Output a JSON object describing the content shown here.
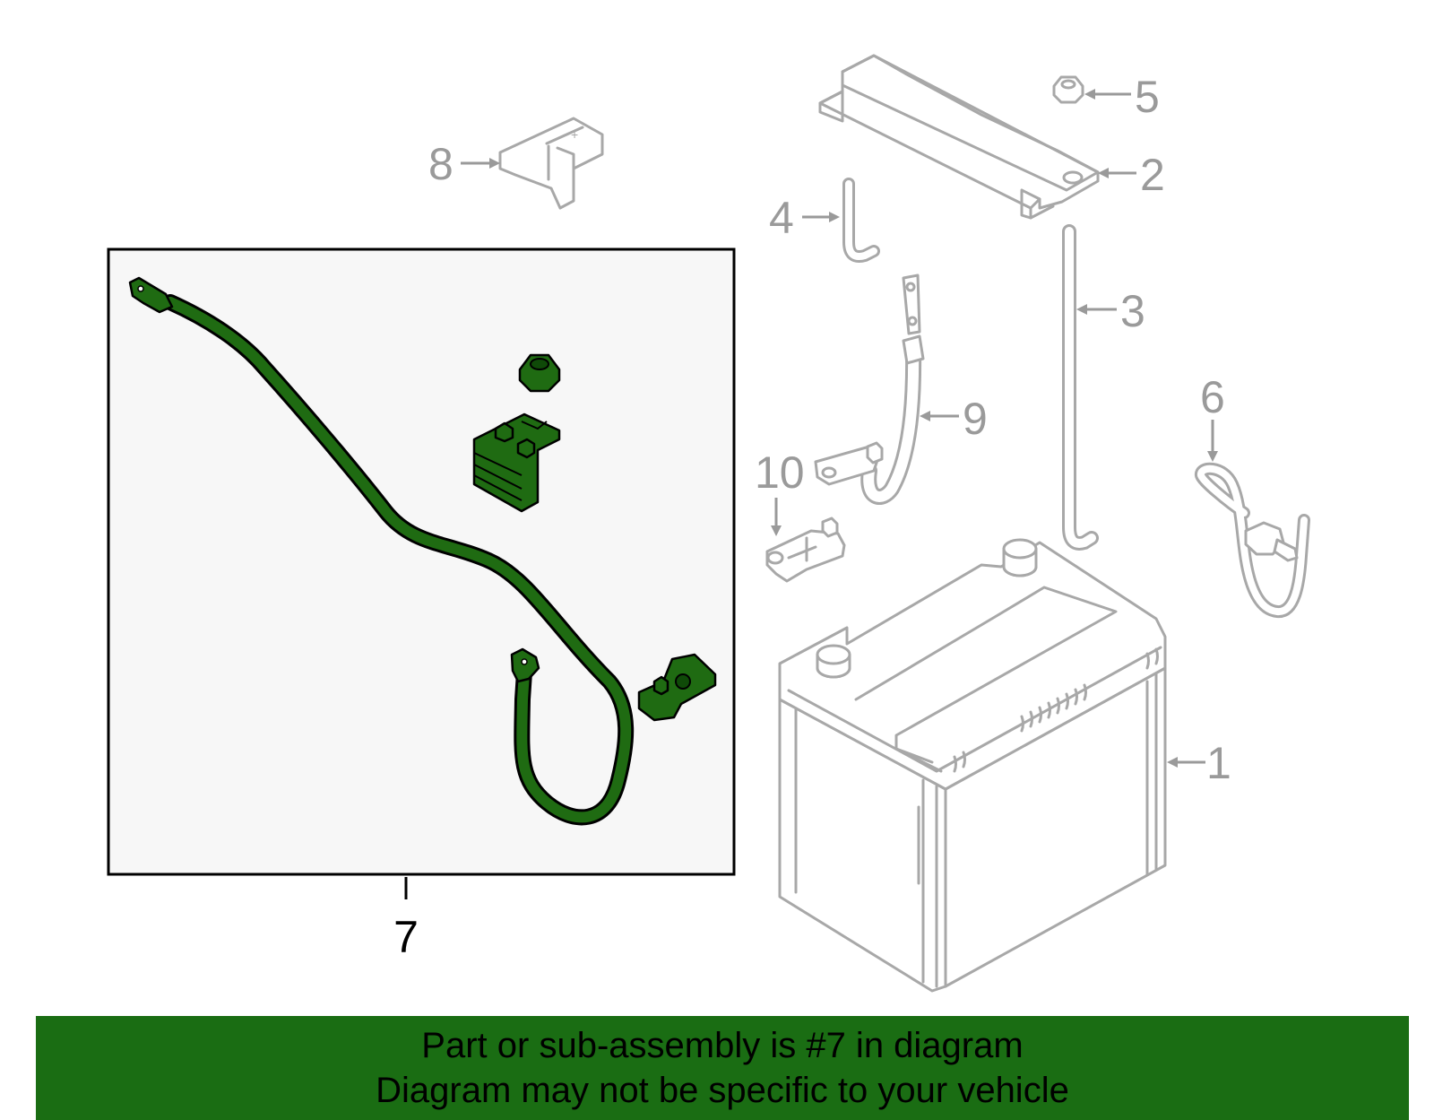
{
  "callouts": {
    "c1": "1",
    "c2": "2",
    "c3": "3",
    "c4": "4",
    "c5": "5",
    "c6": "6",
    "c7": "7",
    "c8": "8",
    "c9": "9",
    "c10": "10"
  },
  "highlighted_part": "7",
  "colors": {
    "highlight_green": "#1f6b12",
    "banner_green": "#1a6d13",
    "ghost_gray": "#a8a8a8",
    "inset_background": "#f7f7f7"
  },
  "banner": {
    "line1": "Part or sub-assembly is #7 in diagram",
    "line2": "Diagram may not be specific to your vehicle"
  }
}
